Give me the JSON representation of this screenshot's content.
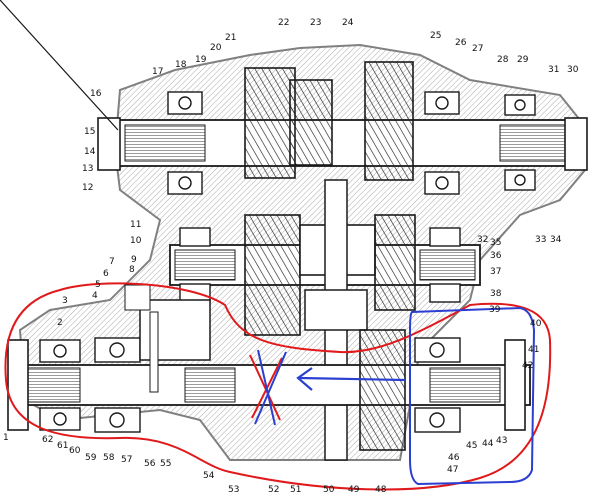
{
  "labels": {
    "l1": "1",
    "l2": "2",
    "l3": "3",
    "l4": "4",
    "l5": "5",
    "l6": "6",
    "l7": "7",
    "l8": "8",
    "l9": "9",
    "l10": "10",
    "l11": "11",
    "l12": "12",
    "l13": "13",
    "l14": "14",
    "l15": "15",
    "l16": "16",
    "l17": "17",
    "l18": "18",
    "l19": "19",
    "l20": "20",
    "l21": "21",
    "l22": "22",
    "l23": "23",
    "l24": "24",
    "l25": "25",
    "l26": "26",
    "l27": "27",
    "l28": "28",
    "l29": "29",
    "l30": "30",
    "l31": "31",
    "l32": "32",
    "l33": "33",
    "l34": "34",
    "l35": "35",
    "l36": "36",
    "l37": "37",
    "l38": "38",
    "l39": "39",
    "l40": "40",
    "l41": "41",
    "l42": "42",
    "l43": "43",
    "l44": "44",
    "l45": "45",
    "l46": "46",
    "l47": "47",
    "l48": "48",
    "l49": "49",
    "l50": "50",
    "l51": "51",
    "l52": "52",
    "l53": "53",
    "l54": "54",
    "l55": "55",
    "l56": "56",
    "l57": "57",
    "l58": "58",
    "l59": "59",
    "l60": "60",
    "l61": "61",
    "l62": "62"
  },
  "colors": {
    "ink": "#1a1a1a",
    "hatch": "#555555",
    "red_annotation": "#e0191b",
    "blue_annotation": "#2b3fd0"
  }
}
